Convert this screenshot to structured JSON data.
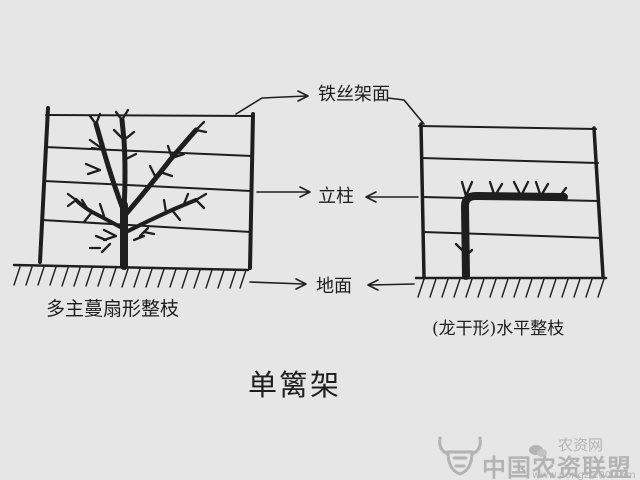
{
  "labels": {
    "wire": "铁丝架面",
    "post": "立柱",
    "ground": "地面",
    "left_caption": "多主蔓扇形整枝",
    "right_caption": "(龙干形)水平整枝",
    "title": "单篱架"
  },
  "watermark": {
    "name": "农资网",
    "logo_text": "中国农资联盟",
    "url": "www.nongzi100.com"
  },
  "colors": {
    "paper": "#e6e6e6",
    "ink": "#1e1e1e",
    "watermark": "#8a8a8a"
  }
}
